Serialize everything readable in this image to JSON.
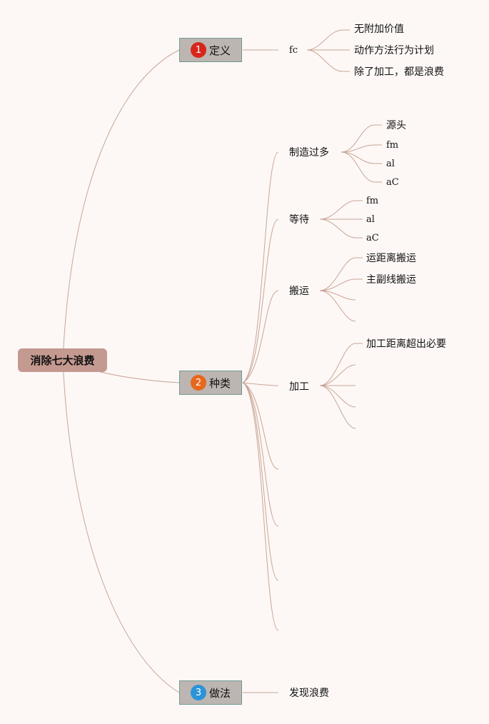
{
  "root": {
    "label": "消除七大浪费"
  },
  "branches": [
    {
      "number": "1",
      "label": "定义",
      "badge_color": "#d6261c"
    },
    {
      "number": "2",
      "label": "种类",
      "badge_color": "#e8671c"
    },
    {
      "number": "3",
      "label": "做法",
      "badge_color": "#2b93d9"
    }
  ],
  "definition": {
    "child": "fc",
    "items": [
      "无附加价值",
      "动作方法行为计划",
      "除了加工，都是浪费"
    ]
  },
  "types": {
    "overproduction": {
      "label": "制造过多",
      "items": [
        "源头",
        "fm",
        "al",
        "aC"
      ]
    },
    "waiting": {
      "label": "等待",
      "items": [
        "fm",
        "al",
        "aC"
      ]
    },
    "transport": {
      "label": "搬运",
      "items": [
        "运距离搬运",
        "主副线搬运"
      ]
    },
    "processing": {
      "label": "加工",
      "items": [
        "加工距离超出必要"
      ]
    }
  },
  "method": {
    "child": "发现浪费"
  },
  "colors": {
    "line": "#c9a595",
    "root": "#c4998f",
    "main_fill": "#bdb5b1",
    "main_border": "#6f9a93",
    "background": "#fdf8f6"
  }
}
